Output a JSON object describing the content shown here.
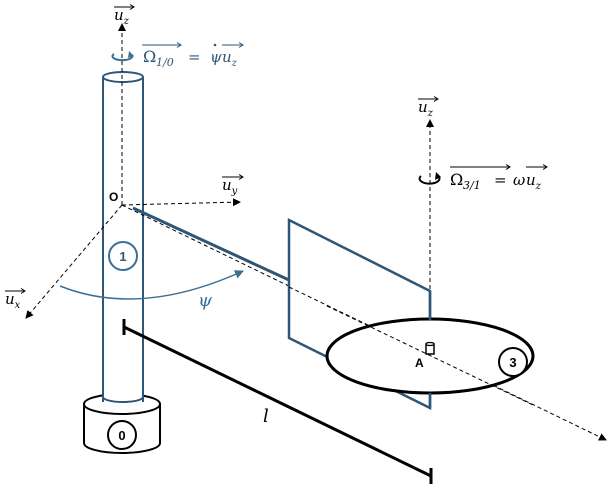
{
  "colors": {
    "blue": "#2f5677",
    "blue_light": "#3c6f96",
    "black": "#000000",
    "background": "#ffffff"
  },
  "axes": {
    "uz_main": {
      "letter": "u",
      "sub": "z"
    },
    "uy": {
      "letter": "u",
      "sub": "y"
    },
    "ux": {
      "letter": "u",
      "sub": "x"
    },
    "uz_A": {
      "letter": "u",
      "sub": "z"
    }
  },
  "rotation_1_0": {
    "omega_sub": "1/0",
    "rhs_symbol": "ψ",
    "rhs_u": "u",
    "rhs_sub": "z",
    "icon": "rotation-arrow-icon"
  },
  "rotation_3_1": {
    "omega_sub": "3/1",
    "rhs_symbol": "ω",
    "rhs_u": "u",
    "rhs_sub": "z",
    "icon": "rotation-arrow-icon"
  },
  "points": {
    "O": "O",
    "A": "A"
  },
  "bodies": {
    "body_0": "0",
    "body_1": "1",
    "body_3": "3"
  },
  "labels": {
    "angle": "ψ",
    "length": "l",
    "equals": "=",
    "omega": "Ω"
  }
}
